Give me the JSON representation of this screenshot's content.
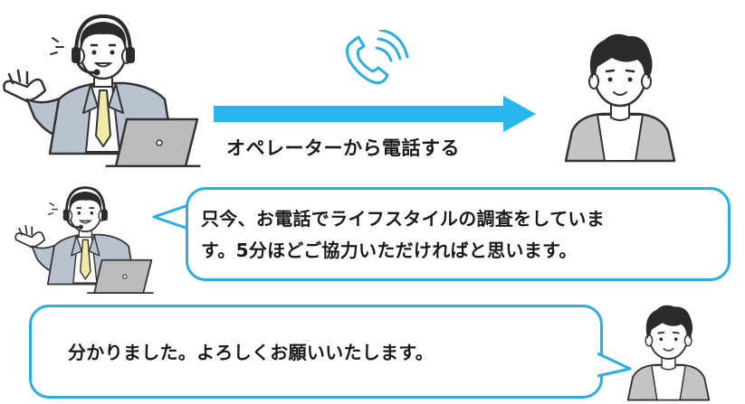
{
  "top_row": {
    "arrow_label": "オペレーターから電話する",
    "icons": [
      "operator-icon",
      "phone-ringing-icon",
      "right-arrow-icon",
      "customer-icon"
    ]
  },
  "operator_bubble": {
    "line1": "只今、お電話でライフスタイルの調査をしていま",
    "line2": "す。5分ほどご協力いただければと思います。"
  },
  "customer_bubble": {
    "text": "分かりました。よろしくお願いいたします。"
  },
  "colors": {
    "accent": "#2aaee3",
    "arrow": "#29b6ee",
    "suit": "#b9c2cf",
    "tie": "#f2e9a8",
    "laptop": "#bcbcbc",
    "hair": "#2b2b2b",
    "line": "#333333"
  }
}
